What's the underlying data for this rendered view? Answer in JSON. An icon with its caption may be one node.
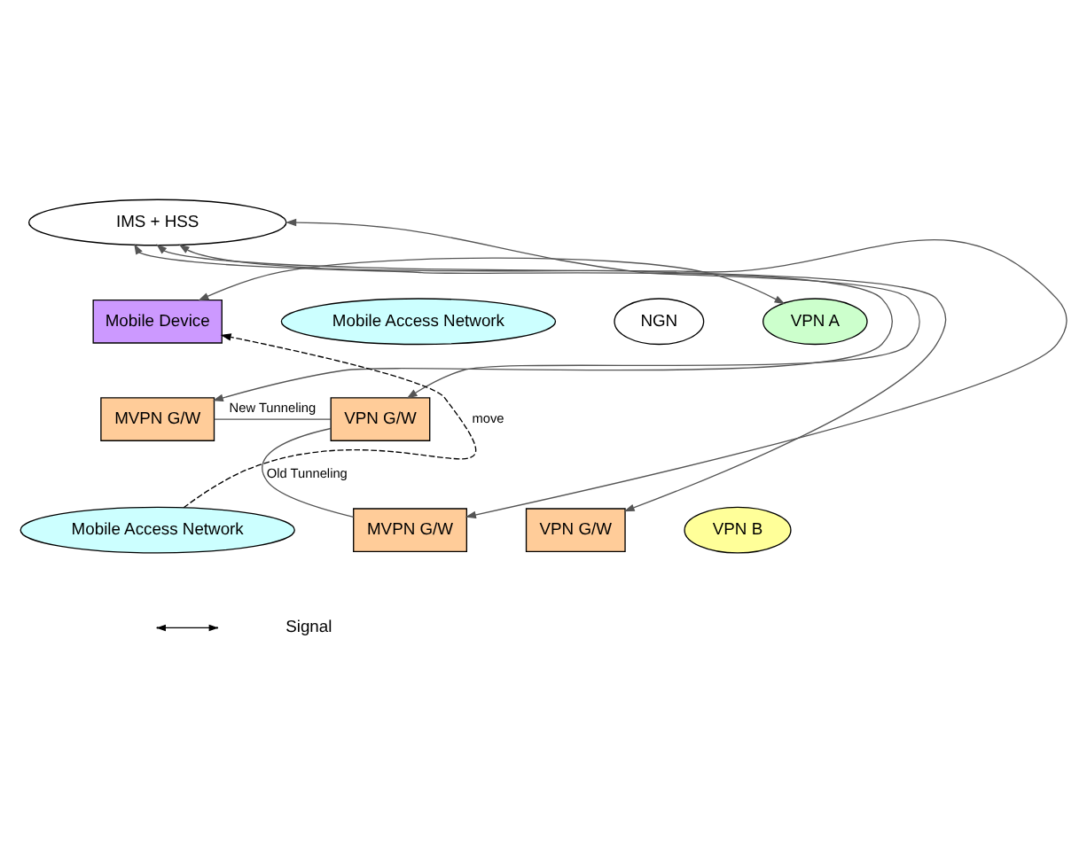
{
  "diagram": {
    "nodes": [
      {
        "text": [
          "IMS + HSS"
        ]
      },
      {
        "text": [
          "Mobile Device"
        ]
      },
      {
        "text": [
          "Mobile Access Network"
        ]
      },
      {
        "text": [
          "MVPN G/W"
        ]
      },
      {
        "text": [
          "NGN"
        ]
      },
      {
        "text": [
          "VPN A"
        ]
      },
      {
        "text": [
          "VPN G/W"
        ]
      },
      {
        "text": [
          "VPN G/W"
        ]
      },
      {
        "text": [
          "VPN B"
        ]
      },
      {
        "text": [
          "Mobile Access Network"
        ]
      },
      {
        "text": [
          "MVPN G/W"
        ]
      }
    ],
    "edges": [
      {
        "from": 0,
        "to": 3,
        "arrow": "both"
      },
      {
        "from": 0,
        "to": 10,
        "arrow": "both"
      },
      {
        "from": 0,
        "to": 7,
        "arrow": "both"
      },
      {
        "from": 0,
        "to": 6,
        "arrow": "both"
      },
      {
        "from": 3,
        "to": 6,
        "arrow": "none",
        "label": "New Tunneling"
      },
      {
        "from": 10,
        "to": 6,
        "arrow": "none",
        "label": "Old Tunneling"
      },
      {
        "from": 1,
        "to": 5,
        "arrow": "both"
      },
      {
        "from": 9,
        "to": 1,
        "arrow": "to",
        "label": "move",
        "style": "dashed"
      }
    ],
    "legend": [
      {
        "text": "Signal"
      }
    ]
  }
}
